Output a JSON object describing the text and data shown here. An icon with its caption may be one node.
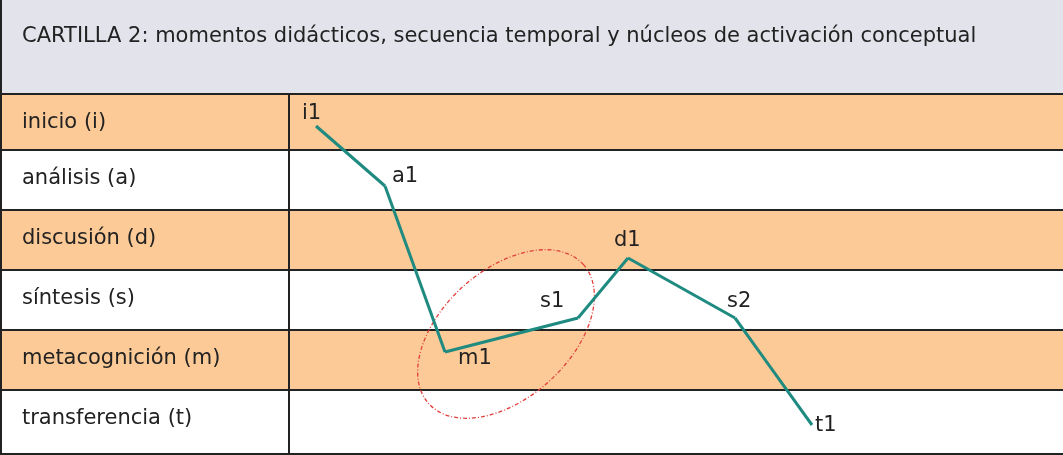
{
  "diagram": {
    "title": "CARTILLA 2: momentos didácticos, secuencia temporal y núcleos de activación conceptual",
    "nodes": [
      {
        "text": [
          "i1"
        ]
      },
      {
        "text": [
          "a1"
        ]
      },
      {
        "text": [
          "d1"
        ]
      },
      {
        "text": [
          "s1"
        ]
      },
      {
        "text": [
          "s2"
        ]
      },
      {
        "text": [
          "m1"
        ]
      },
      {
        "text": [
          "t1"
        ]
      }
    ],
    "edges": [
      {
        "from": 0,
        "to": 1,
        "arrow": "none"
      },
      {
        "from": 1,
        "to": 5,
        "arrow": "none"
      },
      {
        "from": 5,
        "to": 3,
        "arrow": "none"
      },
      {
        "from": 3,
        "to": 2,
        "arrow": "none"
      },
      {
        "from": 2,
        "to": 4,
        "arrow": "none"
      },
      {
        "from": 4,
        "to": 6,
        "arrow": "none"
      }
    ],
    "labels": [
      "inicio (i)",
      "análisis (a)",
      "discusión (d)",
      "síntesis (s)",
      "metacognición (m)",
      "transferencia (t)"
    ]
  }
}
